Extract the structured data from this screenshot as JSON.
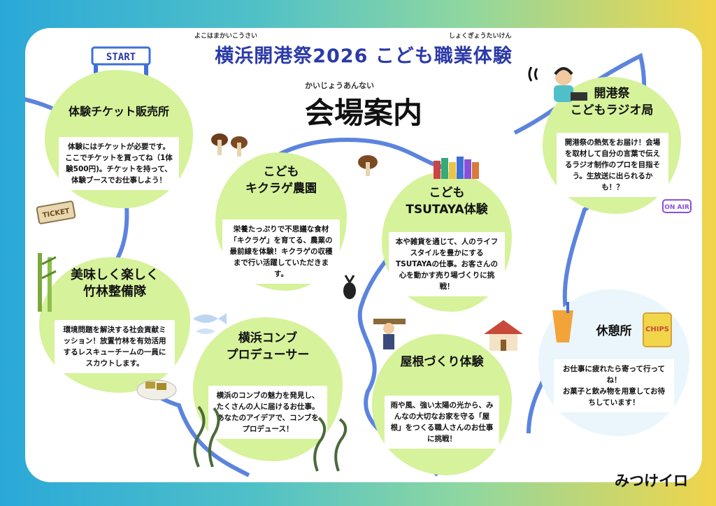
{
  "header": {
    "title": "横浜開港祭2026 こども職業体験",
    "title_ruby_1": "よこはまかいこうさい",
    "title_ruby_2": "しょくぎょうたいけん",
    "venue_ruby": "かいじょうあんない",
    "venue_title": "会場案内",
    "start_sign": "START"
  },
  "booths": [
    {
      "name": "体験チケット販売所",
      "description": "体験にはチケットが必要です。ここでチケットを買ってね（1体験500円)。チケットを持って、体験ブースでお仕事しよう！"
    },
    {
      "name": "こども\nキクラゲ農園",
      "description": "栄養たっぷりで不思議な食材「キクラゲ」を育てる、農業の最前線を体験！キクラゲの収穫まで行い活躍していただきます。"
    },
    {
      "name": "こども\nTSUTAYA体験",
      "description": "本や雑貨を通じて、人のライフスタイルを豊かにするTSUTAYAの仕事。お客さんの心を動かす売り場づくりに挑戦！"
    },
    {
      "name": "開港祭\nこどもラジオ局",
      "description": "開港祭の熱気をお届け！会場を取材して自分の言葉で伝えるラジオ制作のプロを目指そう。生放送に出られるかも！？"
    },
    {
      "name": "美味しく楽しく\n竹林整備隊",
      "description": "環境問題を解決する社会貢献ミッション！放置竹林を有効活用するレスキューチームの一員にスカウトします。"
    },
    {
      "name": "横浜コンブ\nプロデューサー",
      "description": "横浜のコンブの魅力を発見し、たくさんの人に届けるお仕事。あなたのアイデアで、コンブをプロデュース！"
    },
    {
      "name": "屋根づくり体験",
      "description": "雨や風、強い太陽の光から、みんなの大切なお家を守る「屋根」をつくる職人さんのお仕事に挑戦！"
    },
    {
      "name": "休憩所",
      "description": "お仕事に疲れたら寄って行ってね！\nお菓子と飲み物を用意してお待ちしています！"
    }
  ],
  "badges": {
    "ticket": "TICKET",
    "onair": "ON AIR",
    "chips": "CHIPS"
  },
  "credit": "みつけイロ",
  "colors": {
    "title": "#2b3aa8",
    "bubble": "#d6f29b",
    "river": "#3f6fd8"
  }
}
